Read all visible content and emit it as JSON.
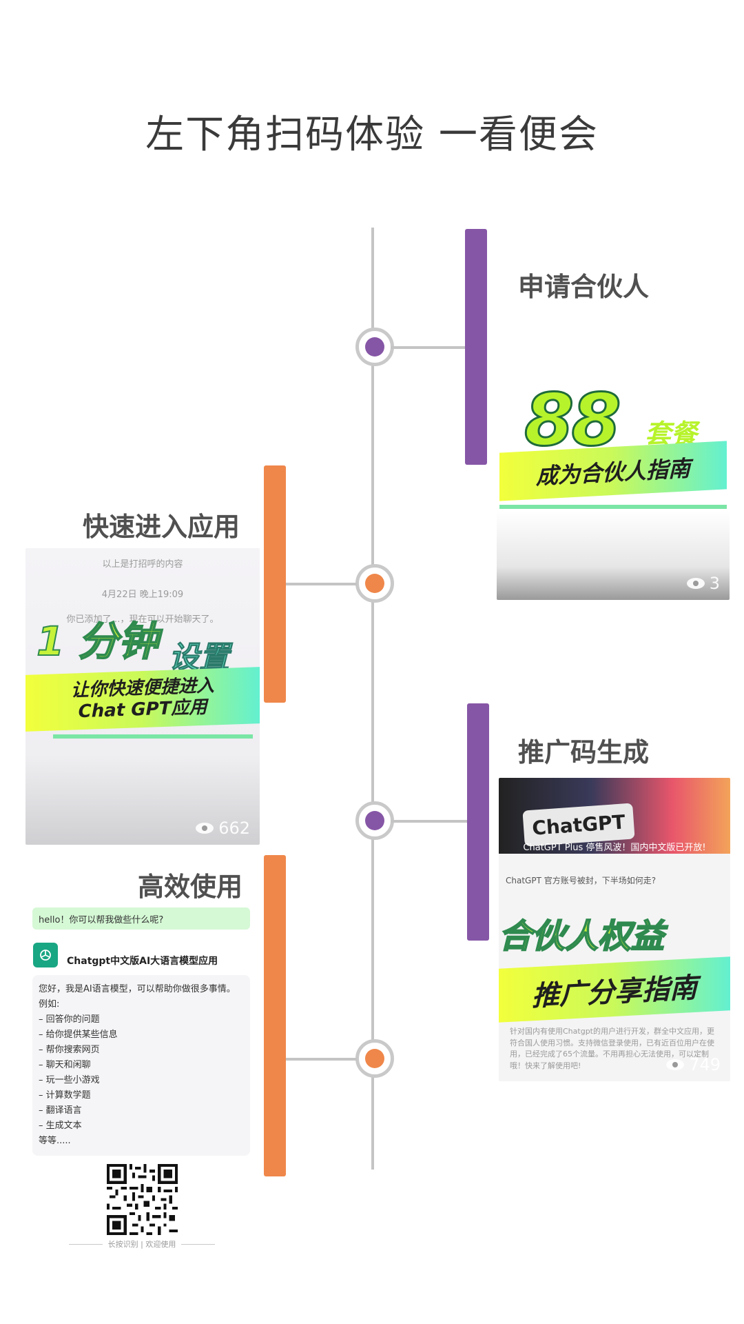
{
  "header": {
    "title": "左下角扫码体验 一看便会"
  },
  "colors": {
    "purple": "#8656a6",
    "orange": "#ef874a",
    "spine": "#c4c4c4"
  },
  "sections": [
    {
      "title": "申请合伙人",
      "thumb": {
        "big_text": "88",
        "suffix": "套餐",
        "band_text": "成为合伙人指南",
        "views": "3"
      }
    },
    {
      "title": "快速进入应用",
      "thumb": {
        "top_line_1": "以上是打招呼的内容",
        "top_line_2": "4月22日 晚上19:09",
        "top_line_3": "你已添加了…，现在可以开始聊天了。",
        "headline_1": "1 分钟",
        "headline_2": "设置",
        "band_line_1": "让你快速便捷进入",
        "band_line_2": "Chat  GPT应用",
        "views": "662"
      }
    },
    {
      "title": "推广码生成",
      "thumb": {
        "top_badge": "ChatGPT",
        "caption": "ChatGPT Plus 停售风波！国内中文版已开放!",
        "row_text": "ChatGPT 官方账号被封，下半场如何走?",
        "headline": "合伙人权益",
        "band_text": "推广分享指南",
        "footer": "针对国内有使用Chatgpt的用户进行开发，群全中文应用，更符合国人使用习惯。支持微信登录使用，已有近百位用户在使用，已经完成了65个流量。不用再担心无法使用，可以定制哦！快来了解使用吧!",
        "views": "749"
      }
    },
    {
      "title": "高效使用",
      "chat": {
        "user_message": "hello！你可以帮我做些什么呢?",
        "app_name": "Chatgpt中文版AI大语言模型应用",
        "answer_intro": "您好，我是AI语言模型，可以帮助你做很多事情。",
        "answer_lead": "例如:",
        "answer_items": [
          "– 回答你的问题",
          "– 给你提供某些信息",
          "– 帮你搜索网页",
          "– 聊天和闲聊",
          "– 玩一些小游戏",
          "– 计算数学题",
          "– 翻译语言",
          "– 生成文本"
        ],
        "answer_end": "等等.....",
        "qr_caption": "长按识别 | 欢迎使用"
      }
    }
  ]
}
